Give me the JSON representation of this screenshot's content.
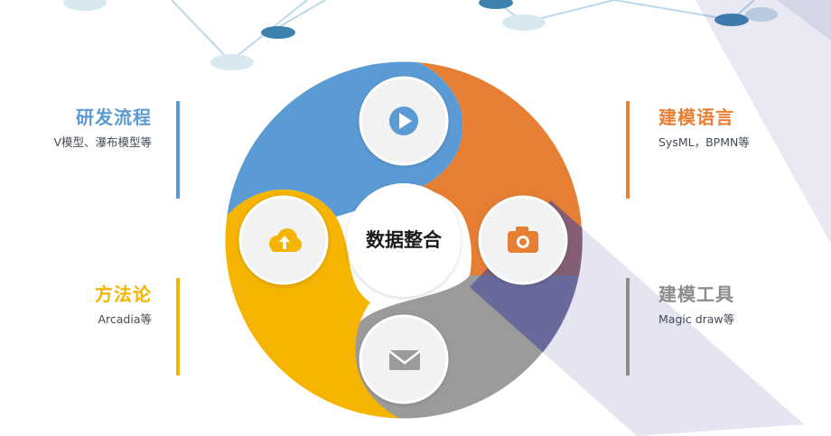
{
  "center": {
    "label": "数据整合"
  },
  "segments": [
    {
      "id": "dev",
      "title": "研发流程",
      "subtitle": "V模型、瀑布模型等",
      "color": "#5b9bd5",
      "icon": "play-icon"
    },
    {
      "id": "lang",
      "title": "建模语言",
      "subtitle": "SysML，BPMN等",
      "color": "#e67e33",
      "icon": "camera-icon"
    },
    {
      "id": "tool",
      "title": "建模工具",
      "subtitle": "Magic draw等",
      "color": "#9b9b9b",
      "icon": "mail-icon"
    },
    {
      "id": "method",
      "title": "方法论",
      "subtitle": "Arcadia等",
      "color": "#f4b400",
      "icon": "cloud-upload-icon"
    }
  ],
  "colors": {
    "icon_circle": "#f2f2f2",
    "watermark": "#4a4a9e",
    "network": "#a9cde0",
    "network_node_dark": "#3d82ad"
  }
}
